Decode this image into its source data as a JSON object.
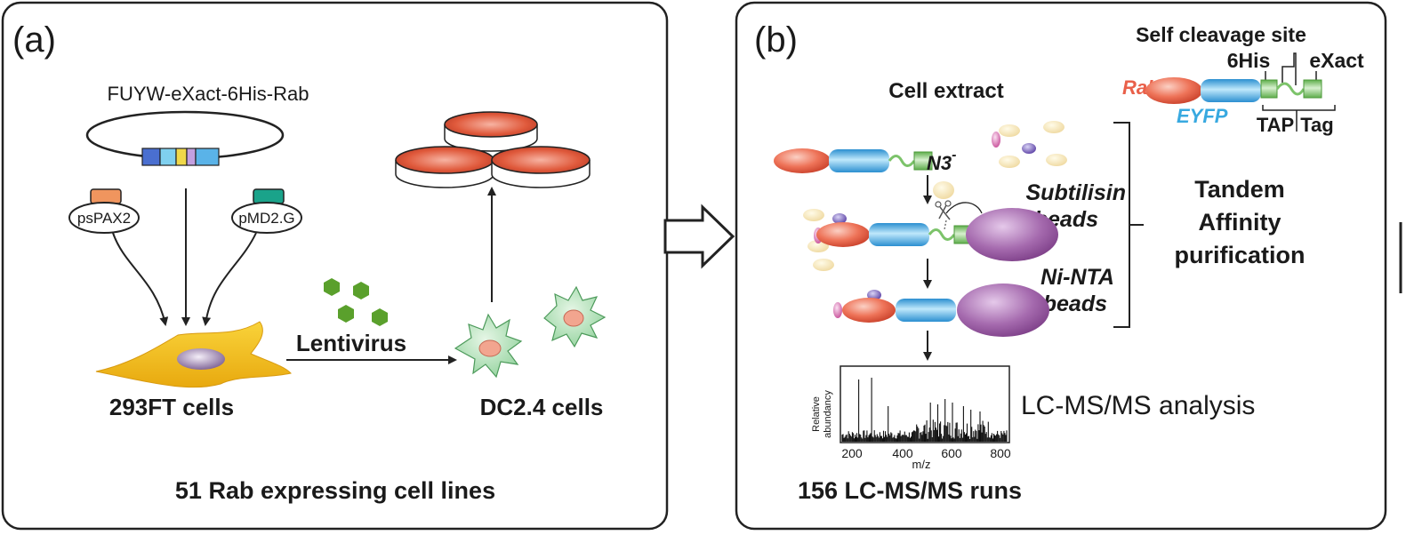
{
  "panel_a": {
    "label": "(a)",
    "plasmid": "FUYW-eXact-6His-Rab",
    "helper_left": "psPAX2",
    "helper_right": "pMD2.G",
    "virus": "Lentivirus",
    "producer": "293FT cells",
    "target": "DC2.4 cells",
    "caption": "51 Rab expressing cell lines"
  },
  "panel_b": {
    "label": "(b)",
    "construct": {
      "self_cleavage": "Self cleavage site",
      "his": "6His",
      "exact": "eXact",
      "rab": "Rab",
      "eyfp": "EYFP",
      "tap": "TAP",
      "tag": "Tag"
    },
    "cell_extract": "Cell extract",
    "azide": "N3",
    "azide_sup": "-",
    "subtilisin_1": "Subtilisin",
    "subtilisin_2": "beads",
    "ninta_1": "Ni-NTA",
    "ninta_2": "beads",
    "tap_1": "Tandem",
    "tap_2": "Affinity",
    "tap_3": "purification",
    "ms_label": "LC-MS/MS analysis",
    "ms_ylabel_1": "Relative",
    "ms_ylabel_2": "abundancy",
    "ms_xlabel": "m/z",
    "ms_ticks": [
      "200",
      "400",
      "600",
      "800"
    ],
    "caption": "156 LC-MS/MS runs"
  },
  "colors": {
    "rab_red": "#e9604a",
    "eyfp_blue": "#38a9e0",
    "tag_green": "#7cc36a",
    "bead_purple": "#9b5ba3",
    "cell_yellow": "#f5c518",
    "virus_green": "#5aa02c"
  }
}
